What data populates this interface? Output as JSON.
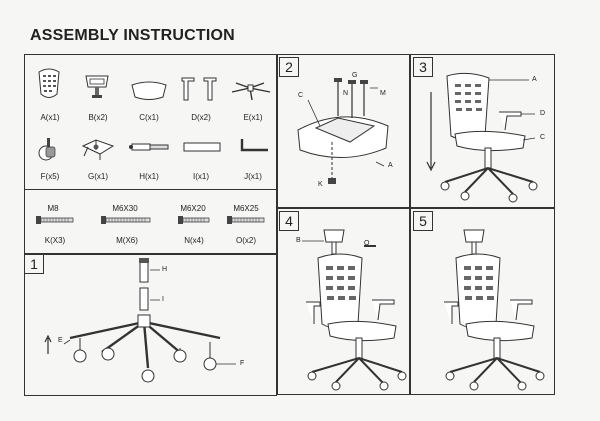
{
  "title": "ASSEMBLY INSTRUCTION",
  "parts_row1": [
    {
      "label": "A(x1)"
    },
    {
      "label": "B(x2)"
    },
    {
      "label": "C(x1)"
    },
    {
      "label": "D(x2)"
    },
    {
      "label": "E(x1)"
    }
  ],
  "parts_row2": [
    {
      "label": "F(x5)"
    },
    {
      "label": "G(x1)"
    },
    {
      "label": "H(x1)"
    },
    {
      "label": "I(x1)"
    },
    {
      "label": "J(x1)"
    }
  ],
  "screws": [
    {
      "size": "M8",
      "label": "K(X3)"
    },
    {
      "size": "M6X30",
      "label": "M(X6)"
    },
    {
      "size": "M6X20",
      "label": "N(x4)"
    },
    {
      "size": "M6X25",
      "label": "O(x2)"
    }
  ],
  "steps": {
    "s1": "1",
    "s2": "2",
    "s3": "3",
    "s4": "4",
    "s5": "5"
  },
  "step1_callouts": {
    "h": "H",
    "i": "I",
    "e": "E",
    "f": "F"
  },
  "step2_callouts": {
    "c": "C",
    "n": "N",
    "g": "G",
    "m": "M",
    "a": "A",
    "k": "K"
  },
  "step3_callouts": {
    "a": "A",
    "d": "D",
    "c": "C"
  },
  "step4_callouts": {
    "b": "B",
    "o": "O"
  }
}
